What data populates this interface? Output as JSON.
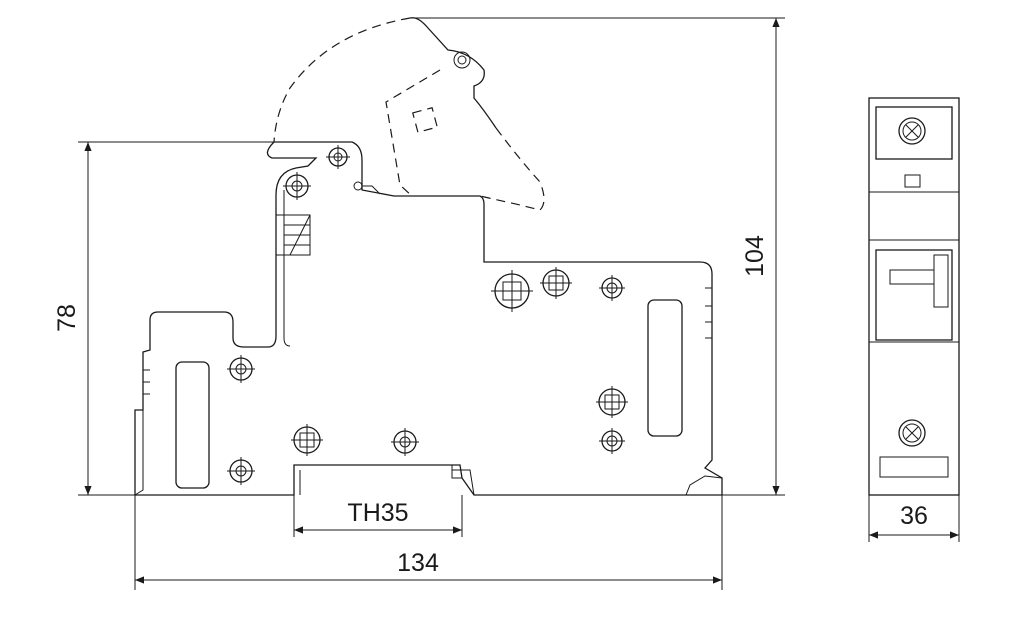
{
  "dimensions": {
    "height_front": "78",
    "height_open": "104",
    "rail": "TH35",
    "depth": "134",
    "width": "36"
  },
  "colors": {
    "line": "#1a1a1a",
    "background": "#ffffff"
  }
}
